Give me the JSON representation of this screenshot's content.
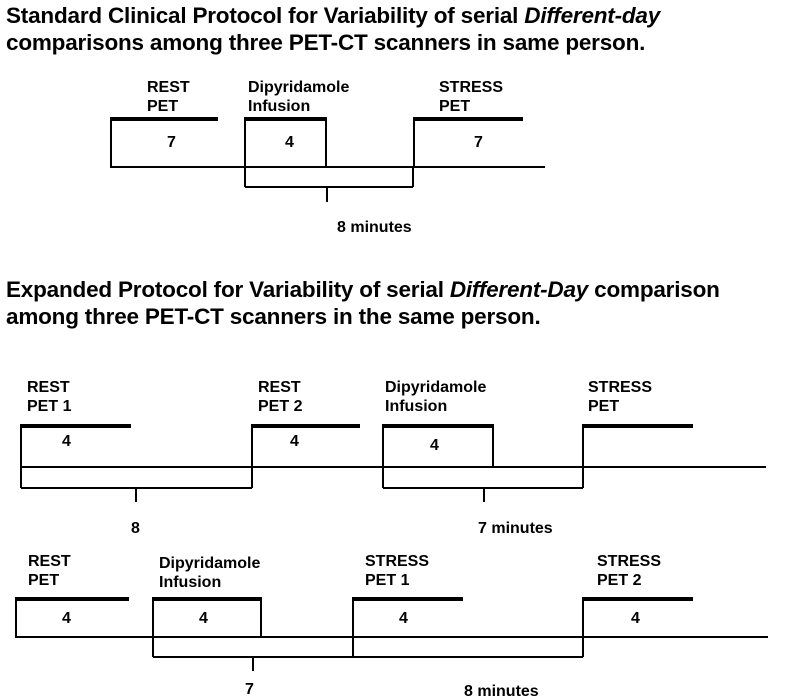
{
  "standard": {
    "title_pre": "Standard Clinical Protocol for Variability of serial ",
    "title_em": "Different-day",
    "title_post": "comparisons among three PET-CT scanners in same person.",
    "rest_label": [
      "REST",
      "PET"
    ],
    "rest_minutes": "7",
    "dip_label": [
      "Dipyridamole",
      "Infusion"
    ],
    "dip_minutes": "4",
    "stress_label": [
      "STRESS",
      "PET"
    ],
    "stress_minutes": "7",
    "interval_label": "8 minutes"
  },
  "expanded": {
    "title_pre": "Expanded Protocol for Variability of serial ",
    "title_em": "Different-Day",
    "title_post1": " comparison",
    "title_line2": "among three PET-CT scanners in the same person.",
    "row1": {
      "rest1_label": [
        "REST",
        "PET 1"
      ],
      "rest1_minutes": "4",
      "rest2_label": [
        "REST",
        "PET 2"
      ],
      "rest2_minutes": "4",
      "dip_label": [
        "Dipyridamole",
        "Infusion"
      ],
      "dip_minutes": "4",
      "stress_label": [
        "STRESS",
        "PET"
      ],
      "interval1_label": "8",
      "interval2_label": "7 minutes"
    },
    "row2": {
      "rest_label": [
        "REST",
        "PET"
      ],
      "rest_minutes": "4",
      "dip_label": [
        "Dipyridamole",
        "Infusion"
      ],
      "dip_minutes": "4",
      "stress1_label": [
        "STRESS",
        "PET 1"
      ],
      "stress1_minutes": "4",
      "stress2_label": [
        "STRESS",
        "PET 2"
      ],
      "stress2_minutes": "4",
      "interval1_label": "7",
      "interval2_label": "8 minutes"
    }
  }
}
